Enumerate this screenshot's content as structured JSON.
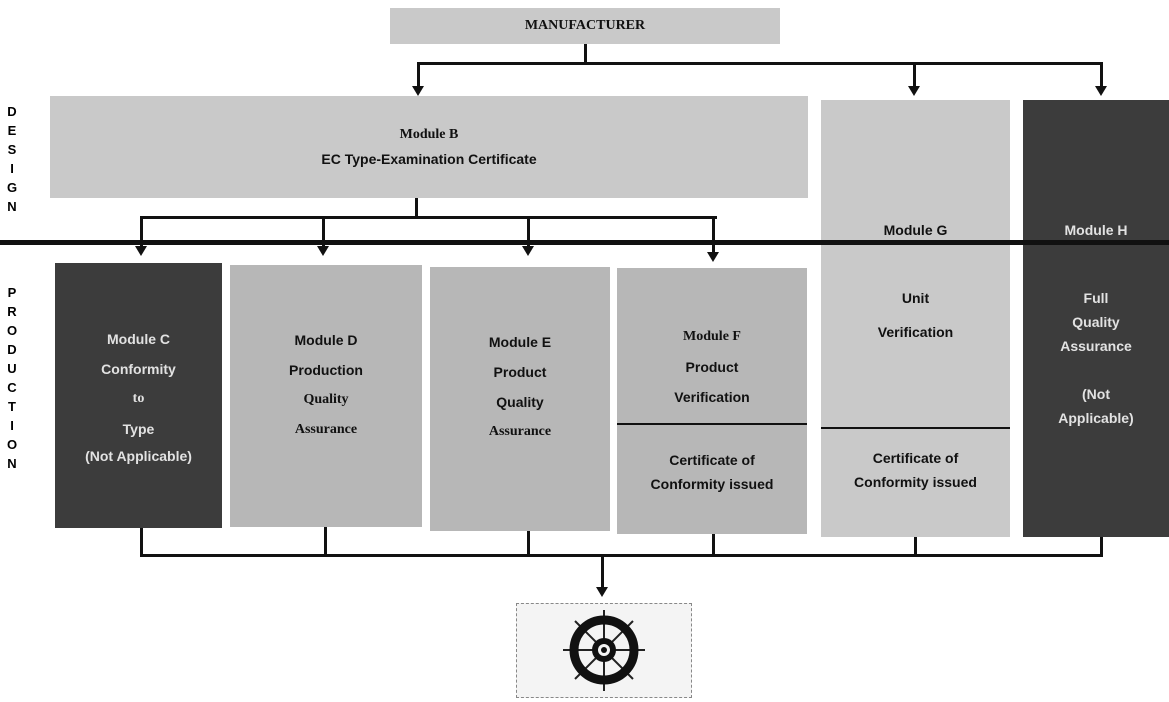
{
  "manufacturer": "MANUFACTURER",
  "phases": {
    "design": [
      "D",
      "E",
      "S",
      "I",
      "G",
      "N"
    ],
    "production": [
      "P",
      "R",
      "O",
      "D",
      "U",
      "C",
      "T",
      "I",
      "O",
      "N"
    ]
  },
  "module_b": {
    "title": "Module B",
    "subtitle": "EC Type-Examination Certificate"
  },
  "module_c": [
    "Module C",
    "Conformity",
    "to",
    "Type",
    "(Not Applicable)"
  ],
  "module_d": [
    "Module D",
    "Production",
    "Quality",
    "Assurance"
  ],
  "module_e": [
    "Module E",
    "Product",
    "Quality",
    "Assurance"
  ],
  "module_f": {
    "lines": [
      "Module F",
      "Product",
      "Verification"
    ],
    "cert": [
      "Certificate of",
      "Conformity issued"
    ]
  },
  "module_g": {
    "title": "Module G",
    "lines": [
      "Unit",
      "Verification"
    ],
    "cert": [
      "Certificate of",
      "Conformity issued"
    ]
  },
  "module_h": {
    "title": "Module H",
    "lines": [
      "Full",
      "Quality",
      "Assurance",
      "",
      "(Not",
      "Applicable)"
    ]
  },
  "colors": {
    "light": "#c9c9c9",
    "mid": "#b7b7b7",
    "dark": "#3c3c3c",
    "line": "#111111"
  },
  "icons": {
    "result": "ship-wheel-icon"
  }
}
